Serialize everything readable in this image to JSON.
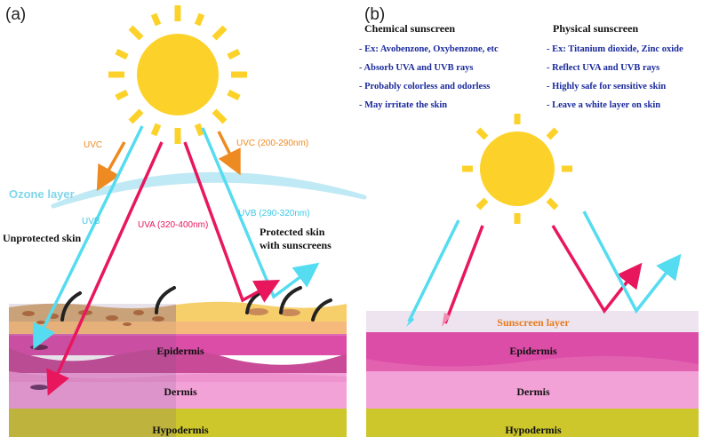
{
  "panel_a": {
    "label": "(a)",
    "uvc_label": "UVC",
    "uvc_right_label": "UVC (200-290nm)",
    "ozone_label": "Ozone layer",
    "uvb_label": "UVB",
    "uva_label": "UVA (320-400nm)",
    "uvb_right_label": "UVB (290-320nm)",
    "unprotected_label": "Unprotected skin",
    "protected_line1": "Protected skin",
    "protected_line2": "with sunscreens",
    "epidermis": "Epidermis",
    "dermis": "Dermis",
    "hypodermis": "Hypodermis"
  },
  "panel_b": {
    "label": "(b)",
    "chemical": {
      "title": "Chemical sunscreen",
      "items": [
        "- Ex: Avobenzone, Oxybenzone, etc",
        "- Absorb UVA and UVB rays",
        "- Probably colorless and odorless",
        "- May irritate the skin"
      ]
    },
    "physical": {
      "title": "Physical sunscreen",
      "items": [
        "- Ex: Titanium dioxide, Zinc oxide",
        "- Reflect UVA and UVB rays",
        "- Highly safe for sensitive skin",
        "- Leave a white layer on skin"
      ]
    },
    "sunscreen_layer": "Sunscreen layer",
    "epidermis": "Epidermis",
    "dermis": "Dermis",
    "hypodermis": "Hypodermis"
  },
  "colors": {
    "sun": "#fcd22a",
    "uvc": "#ee8a22",
    "uvb": "#55dcf0",
    "uva": "#e8175d",
    "ozone": "#bfe9f4",
    "epidermis": "#dc4da8",
    "dermis": "#f3a2d8",
    "hypodermis": "#cdc72c",
    "sunscreen_layer": "#ede4f0",
    "list_text": "#1a2a9c",
    "sunscreen_label": "#e87b1e"
  }
}
